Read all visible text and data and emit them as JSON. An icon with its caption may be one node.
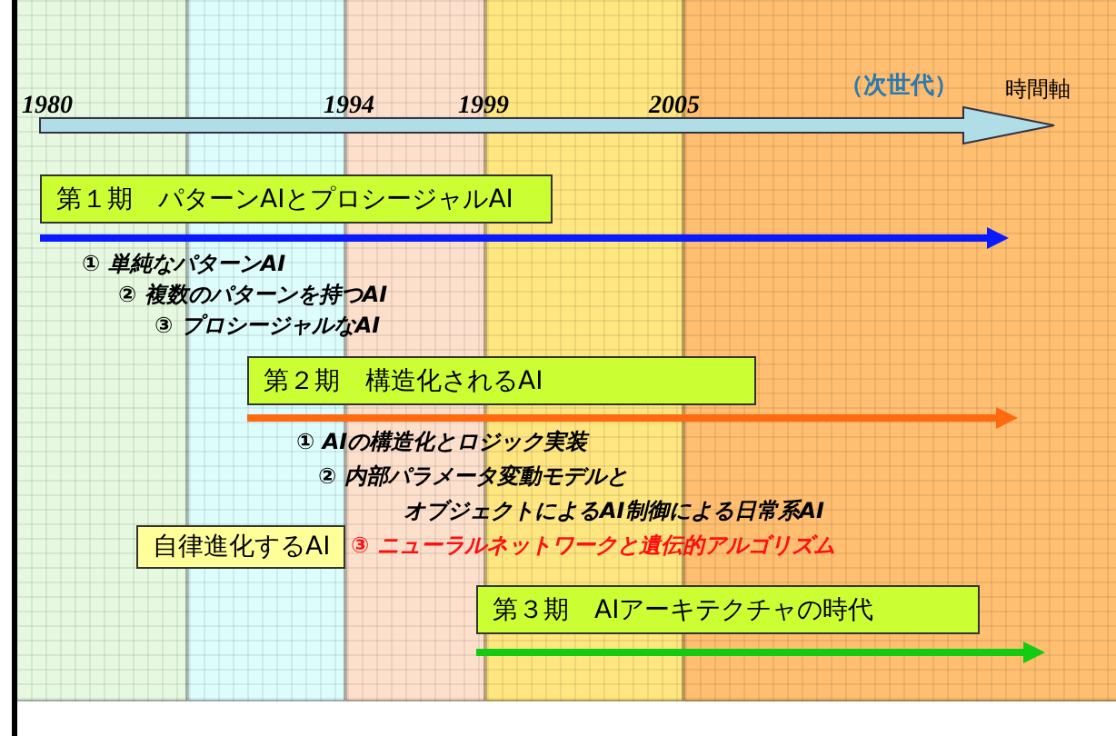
{
  "diagram": {
    "nodes": [
      {
        "text": [
          "第１期　パターンAIとプロシージャルAI"
        ]
      },
      {
        "text": [
          "第２期　構造化されるAI"
        ]
      },
      {
        "text": [
          "自律進化するAI"
        ]
      },
      {
        "text": [
          "第３期　AIアーキテクチャの時代"
        ]
      }
    ],
    "labels": [
      "1980",
      "1994",
      "1999",
      "2005",
      "（次世代）",
      "時間軸",
      "① 単純なパターンAI",
      "② 複数のパターンを持つAI",
      "③ プロシージャルなAI",
      "① AIの構造化とロジック実装",
      "② 内部パラメータ変動モデルとオブジェクトによるAI制御による日常系AI",
      "③ ニューラルネットワークと遺伝的アルゴリズム"
    ]
  }
}
